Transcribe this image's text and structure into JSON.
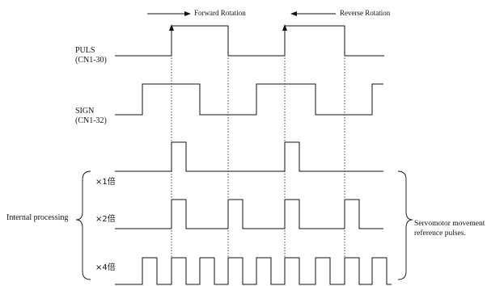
{
  "labels": {
    "forward": "Forward Rotation",
    "reverse": "Reverse Rotation",
    "puls_line1": "PULS",
    "puls_line2": "(CN1-30)",
    "sign_line1": "SIGN",
    "sign_line2": "(CN1-32)",
    "x1": "×1倍",
    "x2": "×2倍",
    "x4": "×4倍",
    "internal": "Internal processing",
    "servo_line1": "Servomotor movement",
    "servo_line2": "reference pulses."
  },
  "colors": {
    "line": "#111111"
  }
}
